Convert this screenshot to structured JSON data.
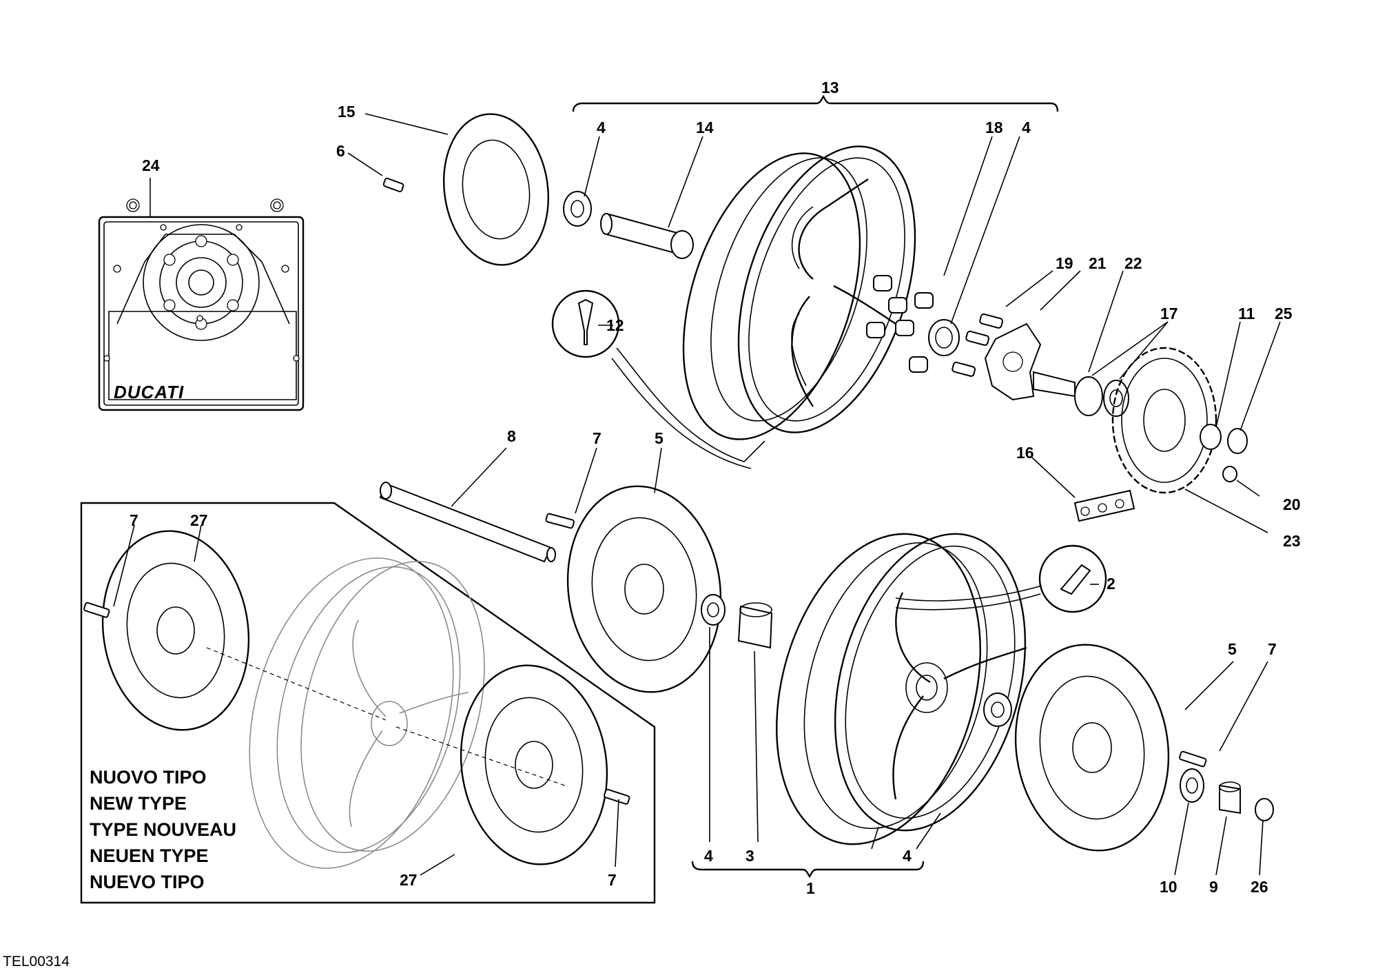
{
  "diagram_code": "TEL00314",
  "brand_logo": "DUCATI",
  "variant_note": [
    "NUOVO TIPO",
    "NEW TYPE",
    "TYPE NOUVEAU",
    "NEUEN TYPE",
    "NUEVO TIPO"
  ],
  "callouts": {
    "c1": "1",
    "c2": "2",
    "c3": "3",
    "c4a": "4",
    "c4b": "4",
    "c4c": "4",
    "c4d": "4",
    "c5a": "5",
    "c5b": "5",
    "c6": "6",
    "c7a": "7",
    "c7b": "7",
    "c7c": "7",
    "c7d": "7",
    "c8": "8",
    "c9": "9",
    "c10": "10",
    "c11": "11",
    "c12": "12",
    "c13": "13",
    "c14": "14",
    "c15": "15",
    "c16": "16",
    "c17": "17",
    "c18": "18",
    "c19": "19",
    "c20": "20",
    "c21": "21",
    "c22": "22",
    "c23": "23",
    "c24": "24",
    "c25": "25",
    "c26": "26",
    "c27a": "27",
    "c27b": "27"
  }
}
